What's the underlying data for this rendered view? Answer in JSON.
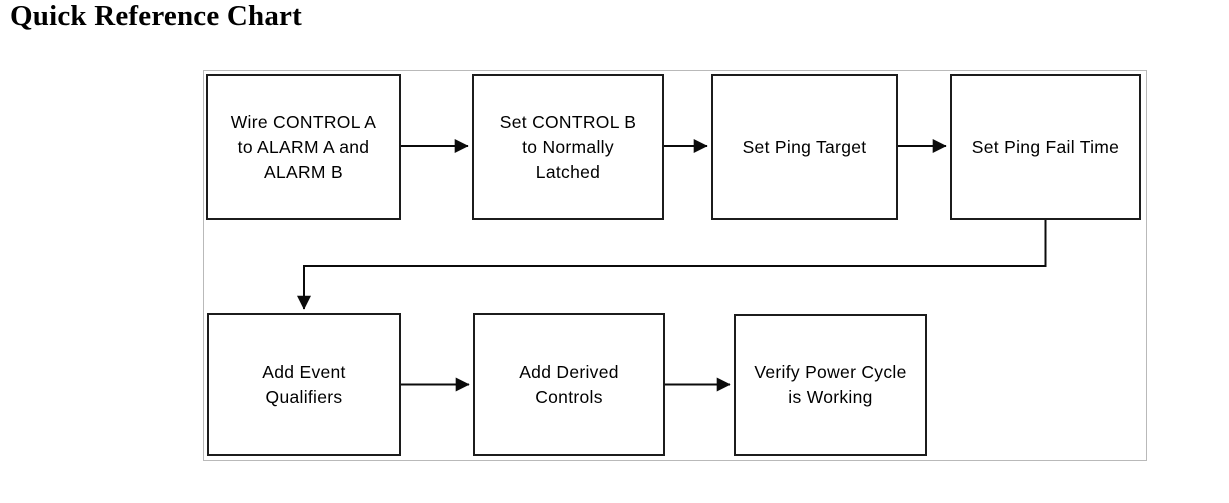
{
  "page": {
    "title": "Quick Reference Chart"
  },
  "flowchart": {
    "type": "flowchart",
    "nodes": [
      {
        "id": "wire-control-a",
        "label": "Wire CONTROL A\nto ALARM A and\nALARM B"
      },
      {
        "id": "set-control-b",
        "label": "Set CONTROL B\nto Normally\nLatched"
      },
      {
        "id": "set-ping-target",
        "label": "Set Ping Target"
      },
      {
        "id": "set-ping-fail-time",
        "label": "Set Ping Fail Time"
      },
      {
        "id": "add-event-qualifiers",
        "label": "Add Event\nQualifiers"
      },
      {
        "id": "add-derived-controls",
        "label": "Add Derived\nControls"
      },
      {
        "id": "verify-power-cycle",
        "label": "Verify Power Cycle\nis Working"
      }
    ],
    "edges": [
      {
        "from": "wire-control-a",
        "to": "set-control-b"
      },
      {
        "from": "set-control-b",
        "to": "set-ping-target"
      },
      {
        "from": "set-ping-target",
        "to": "set-ping-fail-time"
      },
      {
        "from": "set-ping-fail-time",
        "to": "add-event-qualifiers"
      },
      {
        "from": "add-event-qualifiers",
        "to": "add-derived-controls"
      },
      {
        "from": "add-derived-controls",
        "to": "verify-power-cycle"
      }
    ],
    "colors": {
      "background": "#ffffff",
      "node_border": "#1c1c1c",
      "frame_border": "#b9b9b9",
      "text": "#000000",
      "arrow": "#0b0b0b"
    }
  }
}
